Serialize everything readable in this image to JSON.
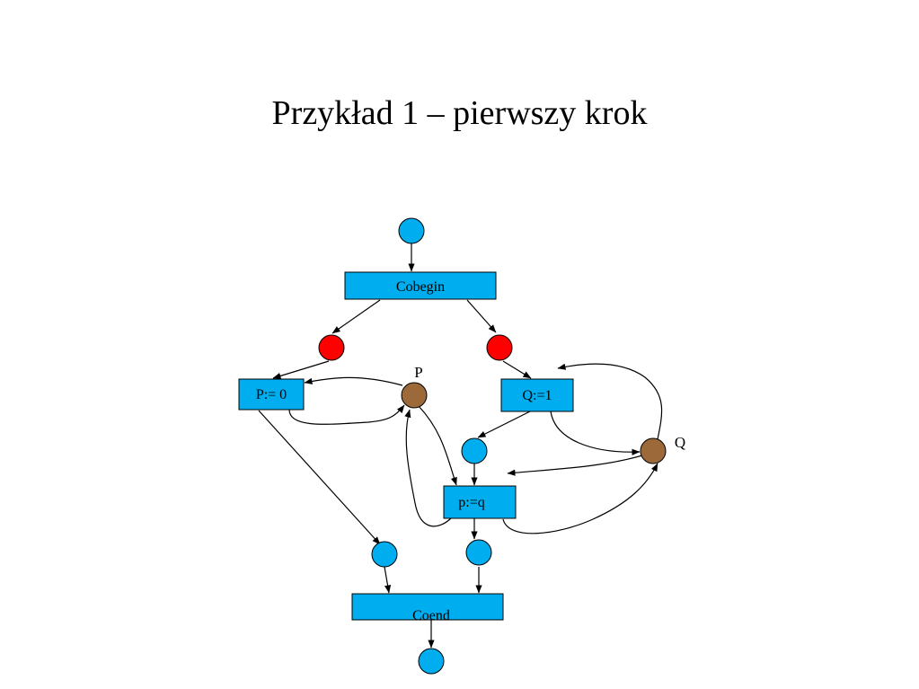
{
  "slide": {
    "title": "Przykład 1 – pierwszy krok"
  },
  "diagram": {
    "colors": {
      "transition": "#00aeef",
      "place_empty": "#00aeef",
      "place_active": "#ff0000",
      "place_variable": "#9c6a3a"
    },
    "transitions": {
      "cobegin": "Cobegin",
      "p_assign": "P:= 0",
      "q_assign": "Q:=1",
      "pq_assign": "p:=q",
      "coend": "Coend"
    },
    "place_labels": {
      "p": "P",
      "q": "Q"
    }
  }
}
